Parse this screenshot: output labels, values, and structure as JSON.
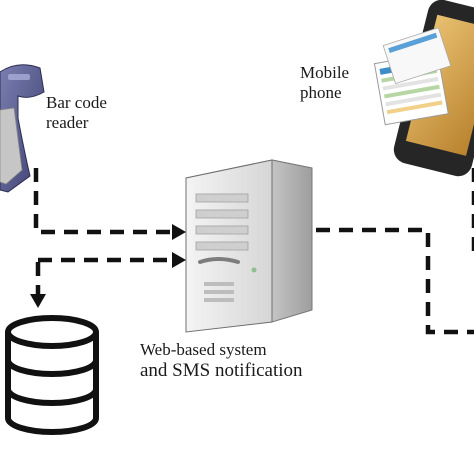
{
  "labels": {
    "barcode_reader": [
      "Bar code",
      "reader"
    ],
    "mobile_phone": [
      "Mobile",
      "phone"
    ],
    "server": [
      "Web-based system",
      "and SMS notification"
    ]
  },
  "colors": {
    "line": "#111111",
    "server_body": "#e9e9e9",
    "server_shadow": "#b9b9b9",
    "scanner_body": "#5b5f8f",
    "scanner_grip": "#c9c9c9",
    "phone_body": "#2b2b2b",
    "phone_screen": "#d7a64a",
    "database_fill": "#ffffff"
  },
  "icons": [
    "barcode-scanner-icon",
    "server-tower-icon",
    "mobile-phone-icon",
    "database-icon"
  ]
}
